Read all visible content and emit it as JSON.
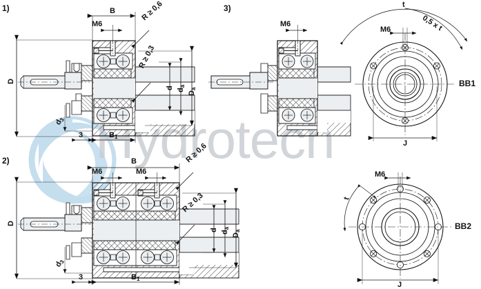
{
  "drawing": {
    "title": "Bearing unit sectional arrangement drawing",
    "watermark_text": "Hydrotech",
    "watermark_color": "#c9cdd2",
    "logo_color": "#bcd9ec",
    "line_color": "#1a1a1a",
    "hatch_color": "#2a2a2a",
    "fill_color": "#e9ecef"
  },
  "views": [
    {
      "id": "view1",
      "number": "1)",
      "type": "section",
      "labels": {
        "B": "B",
        "M6": "M6",
        "R06": "R ≥ 0,6",
        "R03": "R ≥ 0,3",
        "D": "D",
        "d": "d",
        "da": "d",
        "da_sub": "a",
        "Da": "D",
        "Da_sub": "a",
        "d3": "d",
        "d3_sub": "3",
        "three": "3",
        "B1": "B",
        "B1_sub": "1"
      }
    },
    {
      "id": "view2",
      "number": "2)",
      "type": "section",
      "labels": {
        "B": "B",
        "M6_left": "M6",
        "M6_right": "M6",
        "R06": "R ≥ 0,6",
        "R03": "R ≥ 0,3",
        "D": "D",
        "d": "d",
        "da": "d",
        "da_sub": "a",
        "Da": "D",
        "Da_sub": "a",
        "d3": "d",
        "d3_sub": "3",
        "three": "3",
        "B1": "B",
        "B1_sub": "1"
      }
    },
    {
      "id": "view3",
      "number": "3)",
      "type": "section",
      "labels": {
        "M6": "M6"
      }
    },
    {
      "id": "bb1",
      "number": "",
      "type": "front-view",
      "name": "BB1",
      "labels": {
        "t": "t",
        "half_t": "0,5 x t",
        "M6": "M6",
        "J": "J"
      },
      "bolt_holes": 4
    },
    {
      "id": "bb2",
      "number": "",
      "type": "front-view",
      "name": "BB2",
      "labels": {
        "t": "t",
        "M6": "M6",
        "J": "J"
      },
      "bolt_holes": 8
    }
  ]
}
